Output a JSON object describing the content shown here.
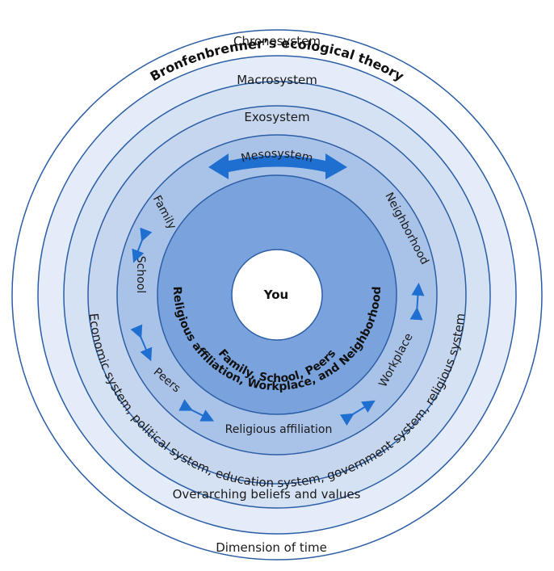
{
  "title": "Bronfenbrenner’s ecological theory",
  "center": {
    "label": "You"
  },
  "rings": {
    "chronosystem": {
      "name": "Chronosystem",
      "description": "Dimension of time"
    },
    "macrosystem": {
      "name": "Macrosystem",
      "description": "Overarching beliefs and values"
    },
    "exosystem": {
      "name": "Exosystem",
      "description_parts": [
        "Economic system,",
        "political system,",
        "education system,",
        "government system,",
        "religious system"
      ]
    },
    "mesosystem": {
      "name": "Mesosystem",
      "items": [
        "Family",
        "School",
        "Peers",
        "Religious affiliation",
        "Workplace",
        "Neighborhood"
      ]
    },
    "microsystem": {
      "line1": "Religious affiliation, Workplace, and Neighborhood",
      "line2": "Family, School, Peers"
    }
  },
  "colors": {
    "outer_ring": "#ffffff",
    "chrono_fill": "#e3ecf8",
    "macro_fill": "#d5e2f4",
    "exo_fill": "#c6d6ee",
    "meso_fill": "#a9c2e7",
    "micro_fill": "#7aa3dd",
    "arrow": "#1f6fd1",
    "ring_stroke": "#2b5ea6"
  }
}
